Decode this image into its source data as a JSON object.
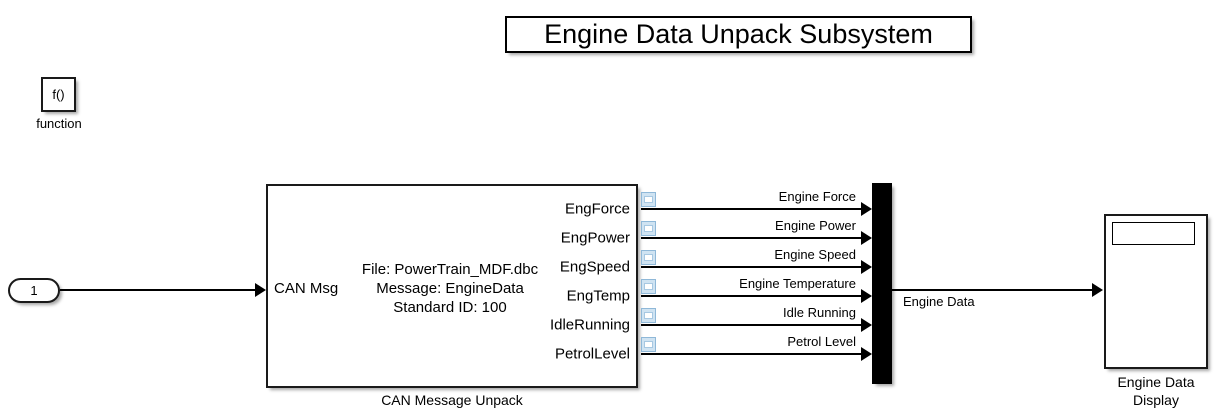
{
  "diagram": {
    "title": "Engine Data Unpack Subsystem",
    "background_color": "#ffffff",
    "line_color": "#000000",
    "signal_icon_color": "#cfe3f2"
  },
  "function_block": {
    "symbol": "f()",
    "label": "function"
  },
  "inport": {
    "number": "1"
  },
  "can_unpack_block": {
    "caption": "CAN Message Unpack",
    "input_port_label": "CAN Msg",
    "parameters": {
      "file": "File: PowerTrain_MDF.dbc",
      "message": "Message: EngineData",
      "standard_id": "Standard ID: 100"
    },
    "output_ports": [
      {
        "port_label": "EngForce",
        "signal_name": "Engine Force",
        "icon": "signal-icon"
      },
      {
        "port_label": "EngPower",
        "signal_name": "Engine Power",
        "icon": "signal-icon"
      },
      {
        "port_label": "EngSpeed",
        "signal_name": "Engine Speed",
        "icon": "signal-icon"
      },
      {
        "port_label": "EngTemp",
        "signal_name": "Engine Temperature",
        "icon": "signal-icon"
      },
      {
        "port_label": "IdleRunning",
        "signal_name": "Idle Running",
        "icon": "signal-icon"
      },
      {
        "port_label": "PetrolLevel",
        "signal_name": "Petrol Level",
        "icon": "signal-icon"
      }
    ]
  },
  "bus_creator": {
    "output_signal_name": "Engine Data"
  },
  "display_block": {
    "caption_line1": "Engine Data",
    "caption_line2": "Display",
    "value": ""
  }
}
